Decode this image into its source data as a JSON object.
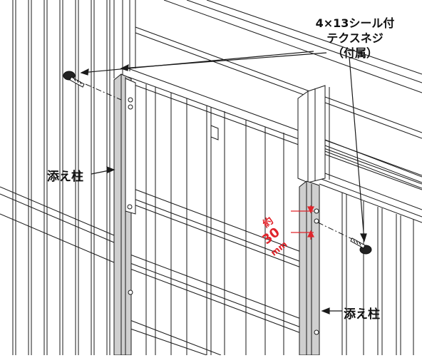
{
  "callout": {
    "line1": "4×13シール付",
    "line2": "テクスネジ",
    "line3": "（付属）"
  },
  "labels": {
    "post_left": "添え柱",
    "post_right": "添え柱"
  },
  "dimension": {
    "approx": "約",
    "value": "30",
    "unit": "mm"
  },
  "colors": {
    "line": "#1a1a1a",
    "post_fill": "#cfcfcf",
    "dimension": "#e0242b"
  }
}
